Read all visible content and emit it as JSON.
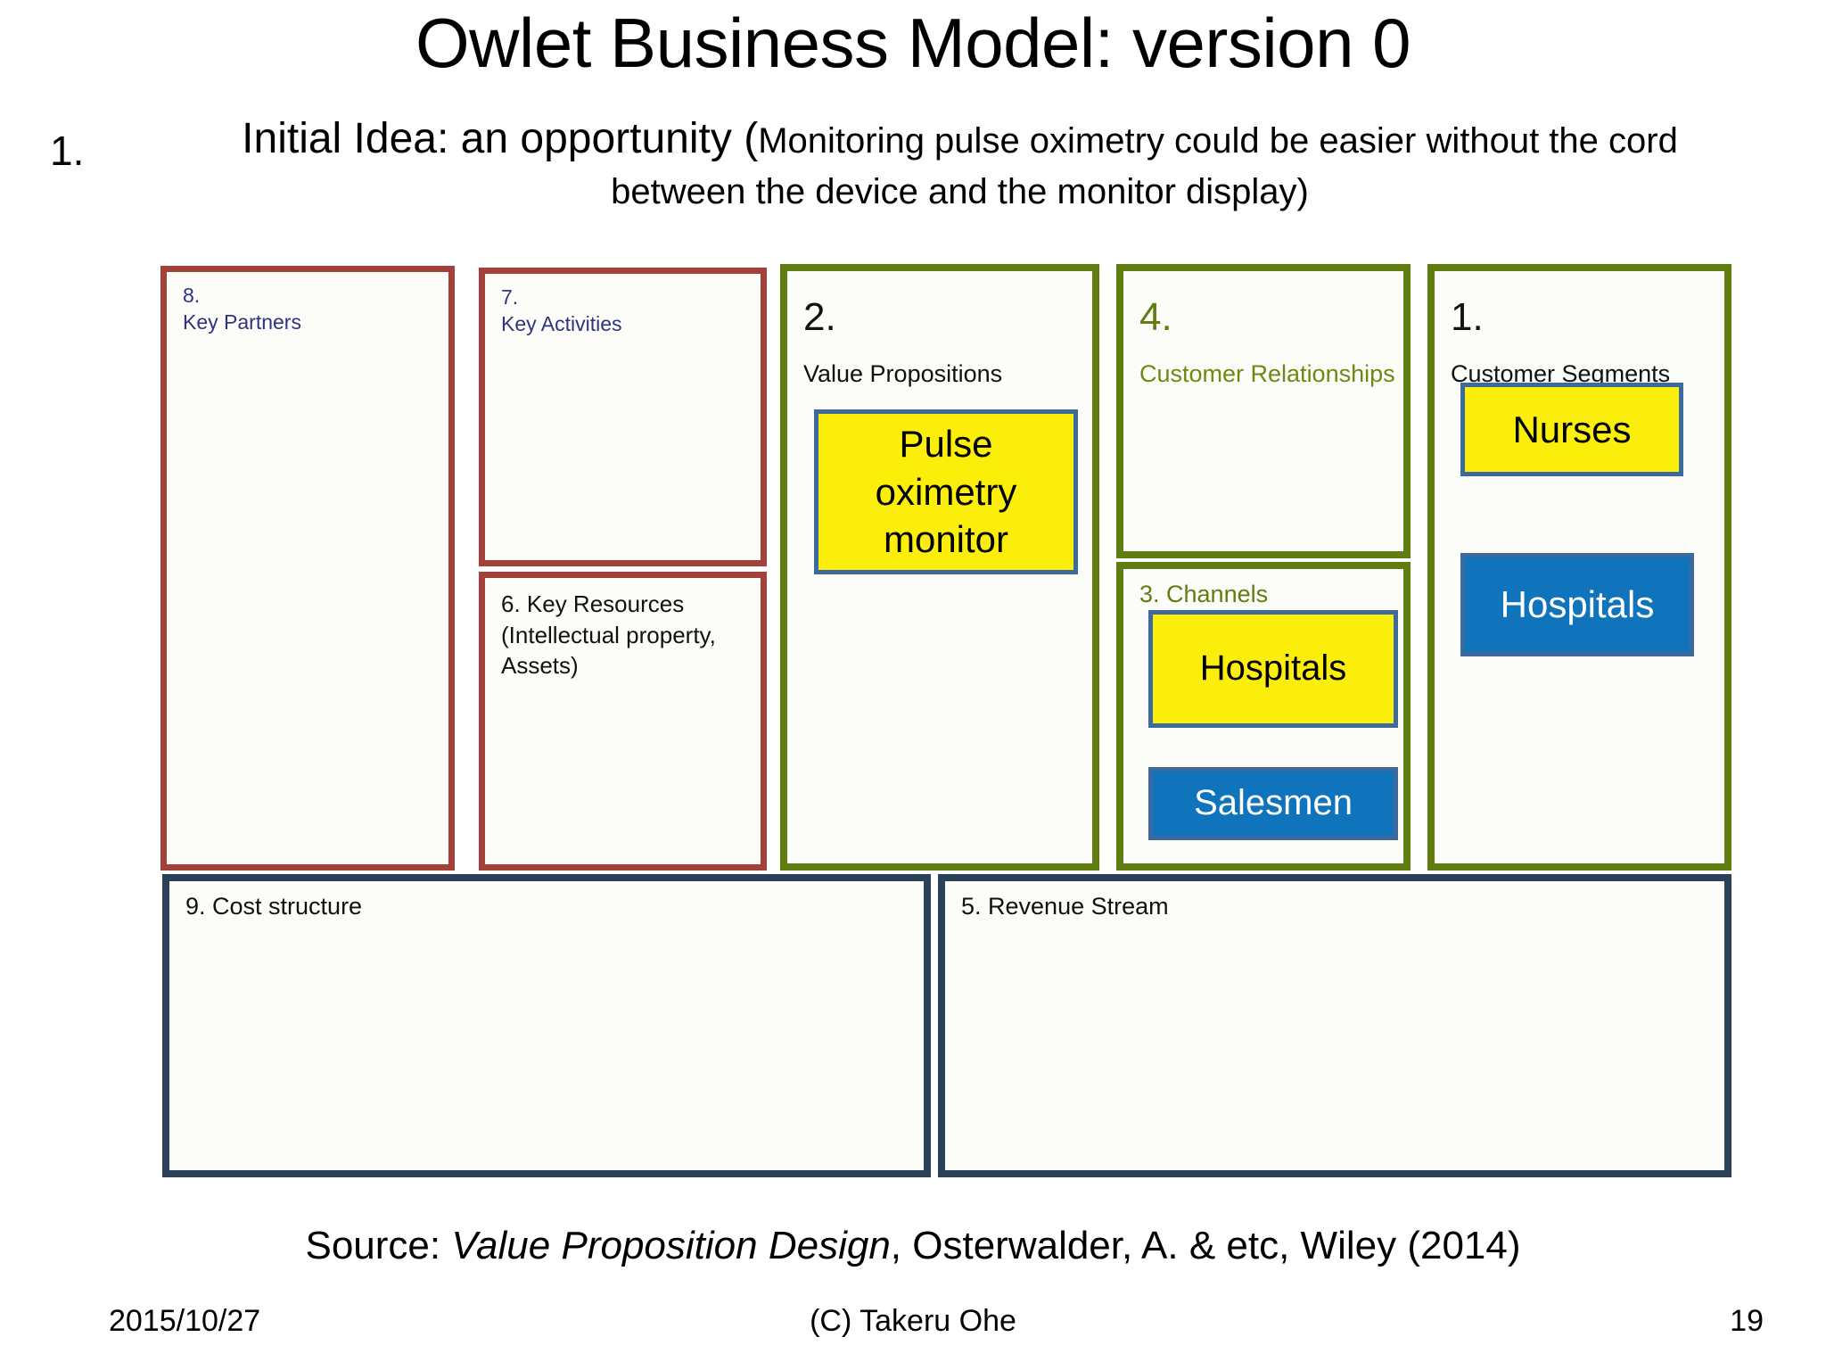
{
  "slide": {
    "title": "Owlet Business Model: version 0",
    "bullet": {
      "number": "1.",
      "main": "Initial Idea: an opportunity (",
      "parenthetical": "Monitoring pulse oximetry could be easier without the cord between the device and the monitor display)"
    },
    "source": {
      "prefix": "Source: ",
      "italic_title": "Value Proposition Design",
      "suffix": ", Osterwalder, A. & etc, Wiley (2014)"
    },
    "footer": {
      "date": "2015/10/27",
      "copyright": "(C) Takeru Ohe",
      "page": "19"
    }
  },
  "colors": {
    "red_border": "#a4403a",
    "olive_border": "#5f7d10",
    "navy_border": "#2b4159",
    "card_border": "#3d6a9c",
    "yellow_fill": "#fcee0b",
    "blue_fill": "#0f74bc",
    "label_blue_text": "#2e3580",
    "label_olive_text": "#5f7d10"
  },
  "canvas": {
    "key_partners": {
      "number": "8.",
      "name": "Key Partners",
      "label": "8.\nKey Partners"
    },
    "key_activities": {
      "number": "7.",
      "name": "Key Activities",
      "label": "7.\nKey Activities"
    },
    "key_resources": {
      "label": "6. Key Resources\n(Intellectual property,\nAssets)"
    },
    "value_propositions": {
      "number": "2.",
      "name": "Value Propositions",
      "cards": [
        {
          "text": "Pulse oximetry monitor",
          "style": "yellow"
        }
      ]
    },
    "customer_relationships": {
      "number": "4.",
      "name": "Customer Relationships",
      "cards": []
    },
    "channels": {
      "label": "3. Channels",
      "cards": [
        {
          "text": "Hospitals",
          "style": "yellow"
        },
        {
          "text": "Salesmen",
          "style": "blue"
        }
      ]
    },
    "customer_segments": {
      "number": "1.",
      "name": "Customer Segments",
      "cards": [
        {
          "text": "Nurses",
          "style": "yellow"
        },
        {
          "text": "Hospitals",
          "style": "blue"
        }
      ]
    },
    "cost_structure": {
      "label": "9. Cost structure"
    },
    "revenue_stream": {
      "label": "5. Revenue Stream"
    }
  }
}
